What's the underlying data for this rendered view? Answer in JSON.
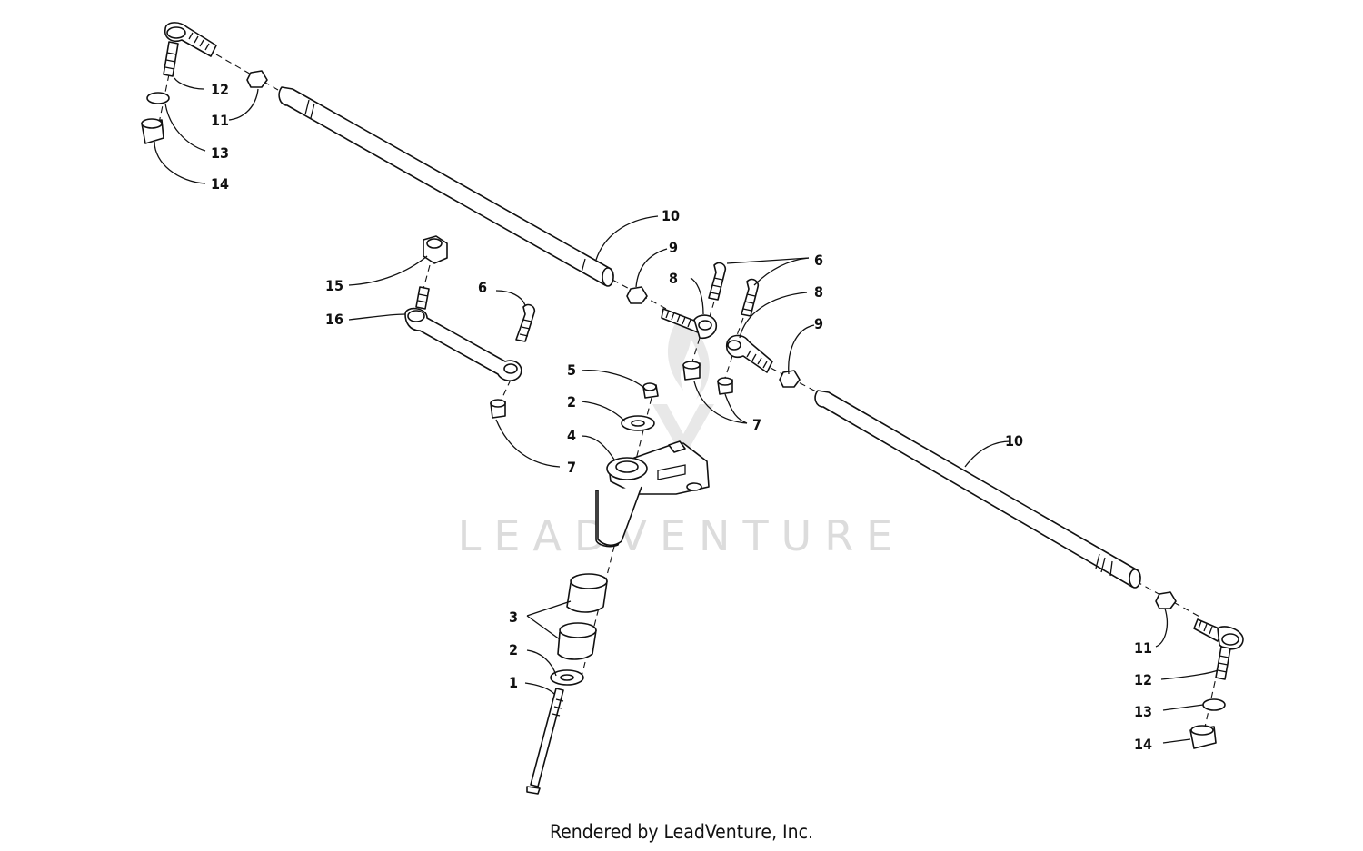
{
  "watermark": {
    "text": "LEADVENTURE"
  },
  "footer": {
    "text": "Rendered by LeadVenture, Inc."
  },
  "callouts": {
    "c1": "1",
    "c2a": "2",
    "c2b": "2",
    "c3": "3",
    "c4": "4",
    "c5": "5",
    "c6a": "6",
    "c6b": "6",
    "c7a": "7",
    "c7b": "7",
    "c8a": "8",
    "c8b": "8",
    "c9a": "9",
    "c9b": "9",
    "c10a": "10",
    "c10b": "10",
    "c11a": "11",
    "c11b": "11",
    "c12a": "12",
    "c12b": "12",
    "c13a": "13",
    "c13b": "13",
    "c14a": "14",
    "c14b": "14",
    "c15": "15",
    "c16": "16"
  }
}
